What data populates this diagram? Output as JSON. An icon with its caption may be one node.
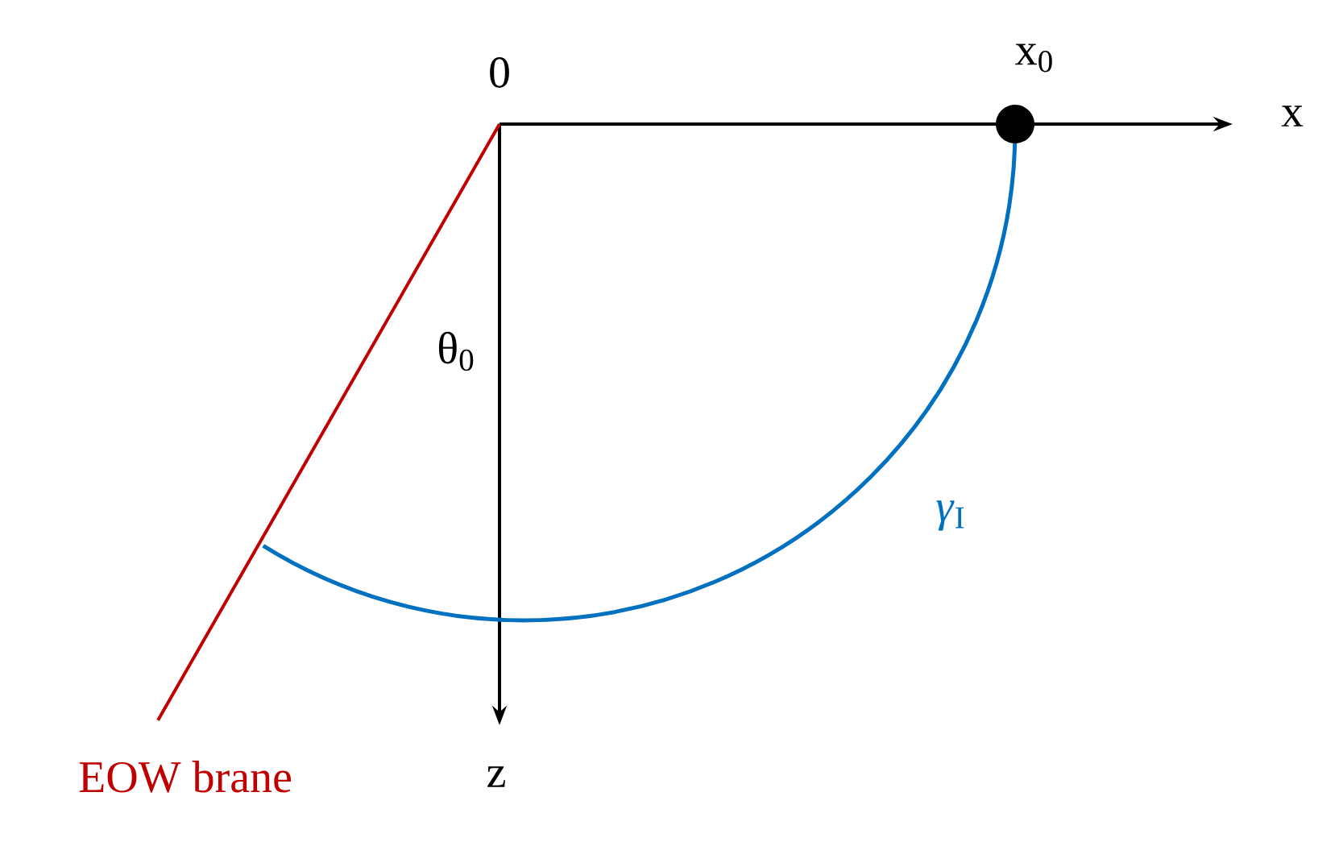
{
  "diagram": {
    "nodes": [
      {
        "text": [],
        "shape": "circle",
        "beside": [
          "x$_{0}$"
        ]
      }
    ],
    "labels": [
      "0",
      "x",
      "θ$_{0}$",
      "*γ*$_{I}$",
      "EOW brane",
      "z"
    ]
  }
}
